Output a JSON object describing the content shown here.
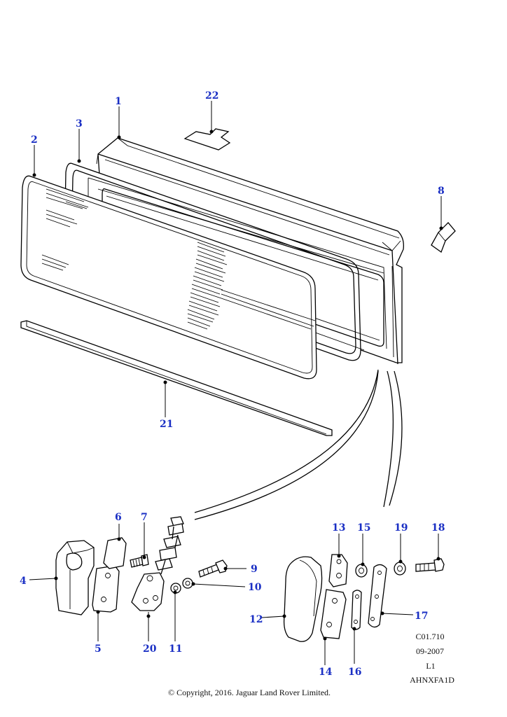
{
  "callouts": [
    {
      "id": "1",
      "label": "1"
    },
    {
      "id": "2",
      "label": "2"
    },
    {
      "id": "3",
      "label": "3"
    },
    {
      "id": "4",
      "label": "4"
    },
    {
      "id": "5",
      "label": "5"
    },
    {
      "id": "6",
      "label": "6"
    },
    {
      "id": "7",
      "label": "7"
    },
    {
      "id": "8",
      "label": "8"
    },
    {
      "id": "9",
      "label": "9"
    },
    {
      "id": "10",
      "label": "10"
    },
    {
      "id": "11",
      "label": "11"
    },
    {
      "id": "12",
      "label": "12"
    },
    {
      "id": "13",
      "label": "13"
    },
    {
      "id": "14",
      "label": "14"
    },
    {
      "id": "15",
      "label": "15"
    },
    {
      "id": "16",
      "label": "16"
    },
    {
      "id": "17",
      "label": "17"
    },
    {
      "id": "18",
      "label": "18"
    },
    {
      "id": "19",
      "label": "19"
    },
    {
      "id": "20",
      "label": "20"
    },
    {
      "id": "21",
      "label": "21"
    },
    {
      "id": "22",
      "label": "22"
    }
  ],
  "reference": {
    "code": "C01.710",
    "date": "09-2007",
    "level": "L1",
    "part_code": "AHNXFA1D"
  },
  "copyright": "© Copyright, 2016. Jaguar Land Rover Limited."
}
